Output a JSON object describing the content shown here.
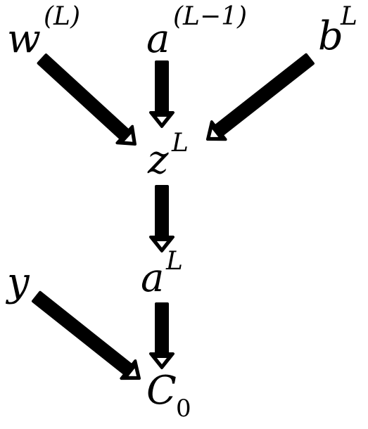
{
  "diagram": {
    "nodes": {
      "w": {
        "base": "w",
        "sup": "(L)"
      },
      "a_prev": {
        "base": "a",
        "sup": "(L−1)"
      },
      "b": {
        "base": "b",
        "sup": "L"
      },
      "z": {
        "base": "z",
        "sup": "L"
      },
      "a_L": {
        "base": "a",
        "sup": "L"
      },
      "y": {
        "base": "y"
      },
      "c": {
        "base": "C",
        "sub": "0"
      }
    },
    "edges": [
      {
        "from": "w",
        "to": "z"
      },
      {
        "from": "a_prev",
        "to": "z"
      },
      {
        "from": "b",
        "to": "z"
      },
      {
        "from": "z",
        "to": "a_L"
      },
      {
        "from": "a_L",
        "to": "c"
      },
      {
        "from": "y",
        "to": "c"
      }
    ],
    "arrow_color": "#000000",
    "arrow_head_color": "#ffffff",
    "text_color": "#000000",
    "background": "#ffffff"
  }
}
